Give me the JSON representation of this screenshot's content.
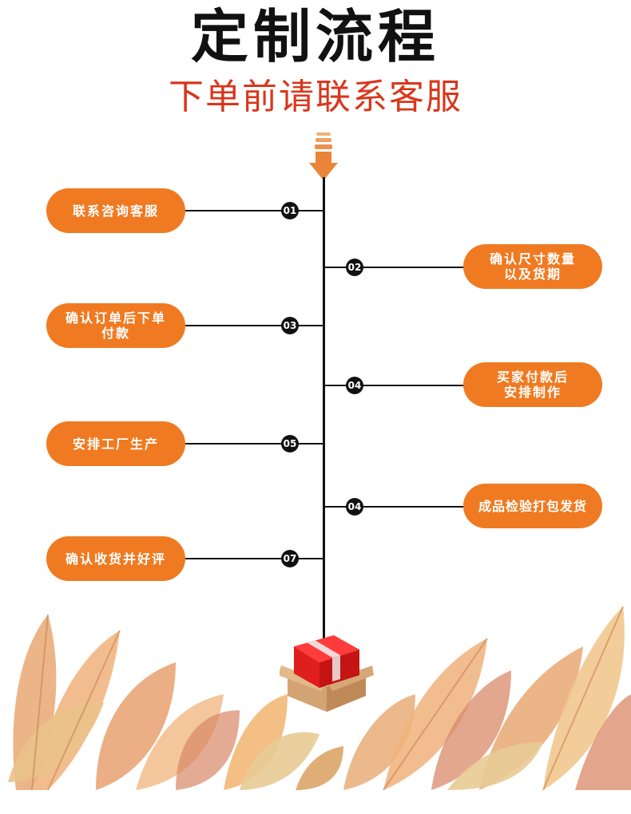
{
  "header": {
    "title": "定制流程",
    "subtitle": "下单前请联系客服"
  },
  "steps": [
    {
      "num": "01",
      "side": "left",
      "lines": [
        "联系咨询客服"
      ]
    },
    {
      "num": "02",
      "side": "right",
      "lines": [
        "确认尺寸数量",
        "以及货期"
      ]
    },
    {
      "num": "03",
      "side": "left",
      "lines": [
        "确认订单后下单",
        "付款"
      ]
    },
    {
      "num": "04",
      "side": "right",
      "lines": [
        "买家付款后",
        "安排制作"
      ]
    },
    {
      "num": "05",
      "side": "left",
      "lines": [
        "安排工厂生产"
      ]
    },
    {
      "num": "04",
      "side": "right",
      "lines": [
        "成品检验打包发货"
      ]
    },
    {
      "num": "07",
      "side": "left",
      "lines": [
        "确认收货并好评"
      ]
    }
  ],
  "colors": {
    "pill": "#f07a21",
    "subtitle": "#d9361c",
    "line": "#111111"
  }
}
